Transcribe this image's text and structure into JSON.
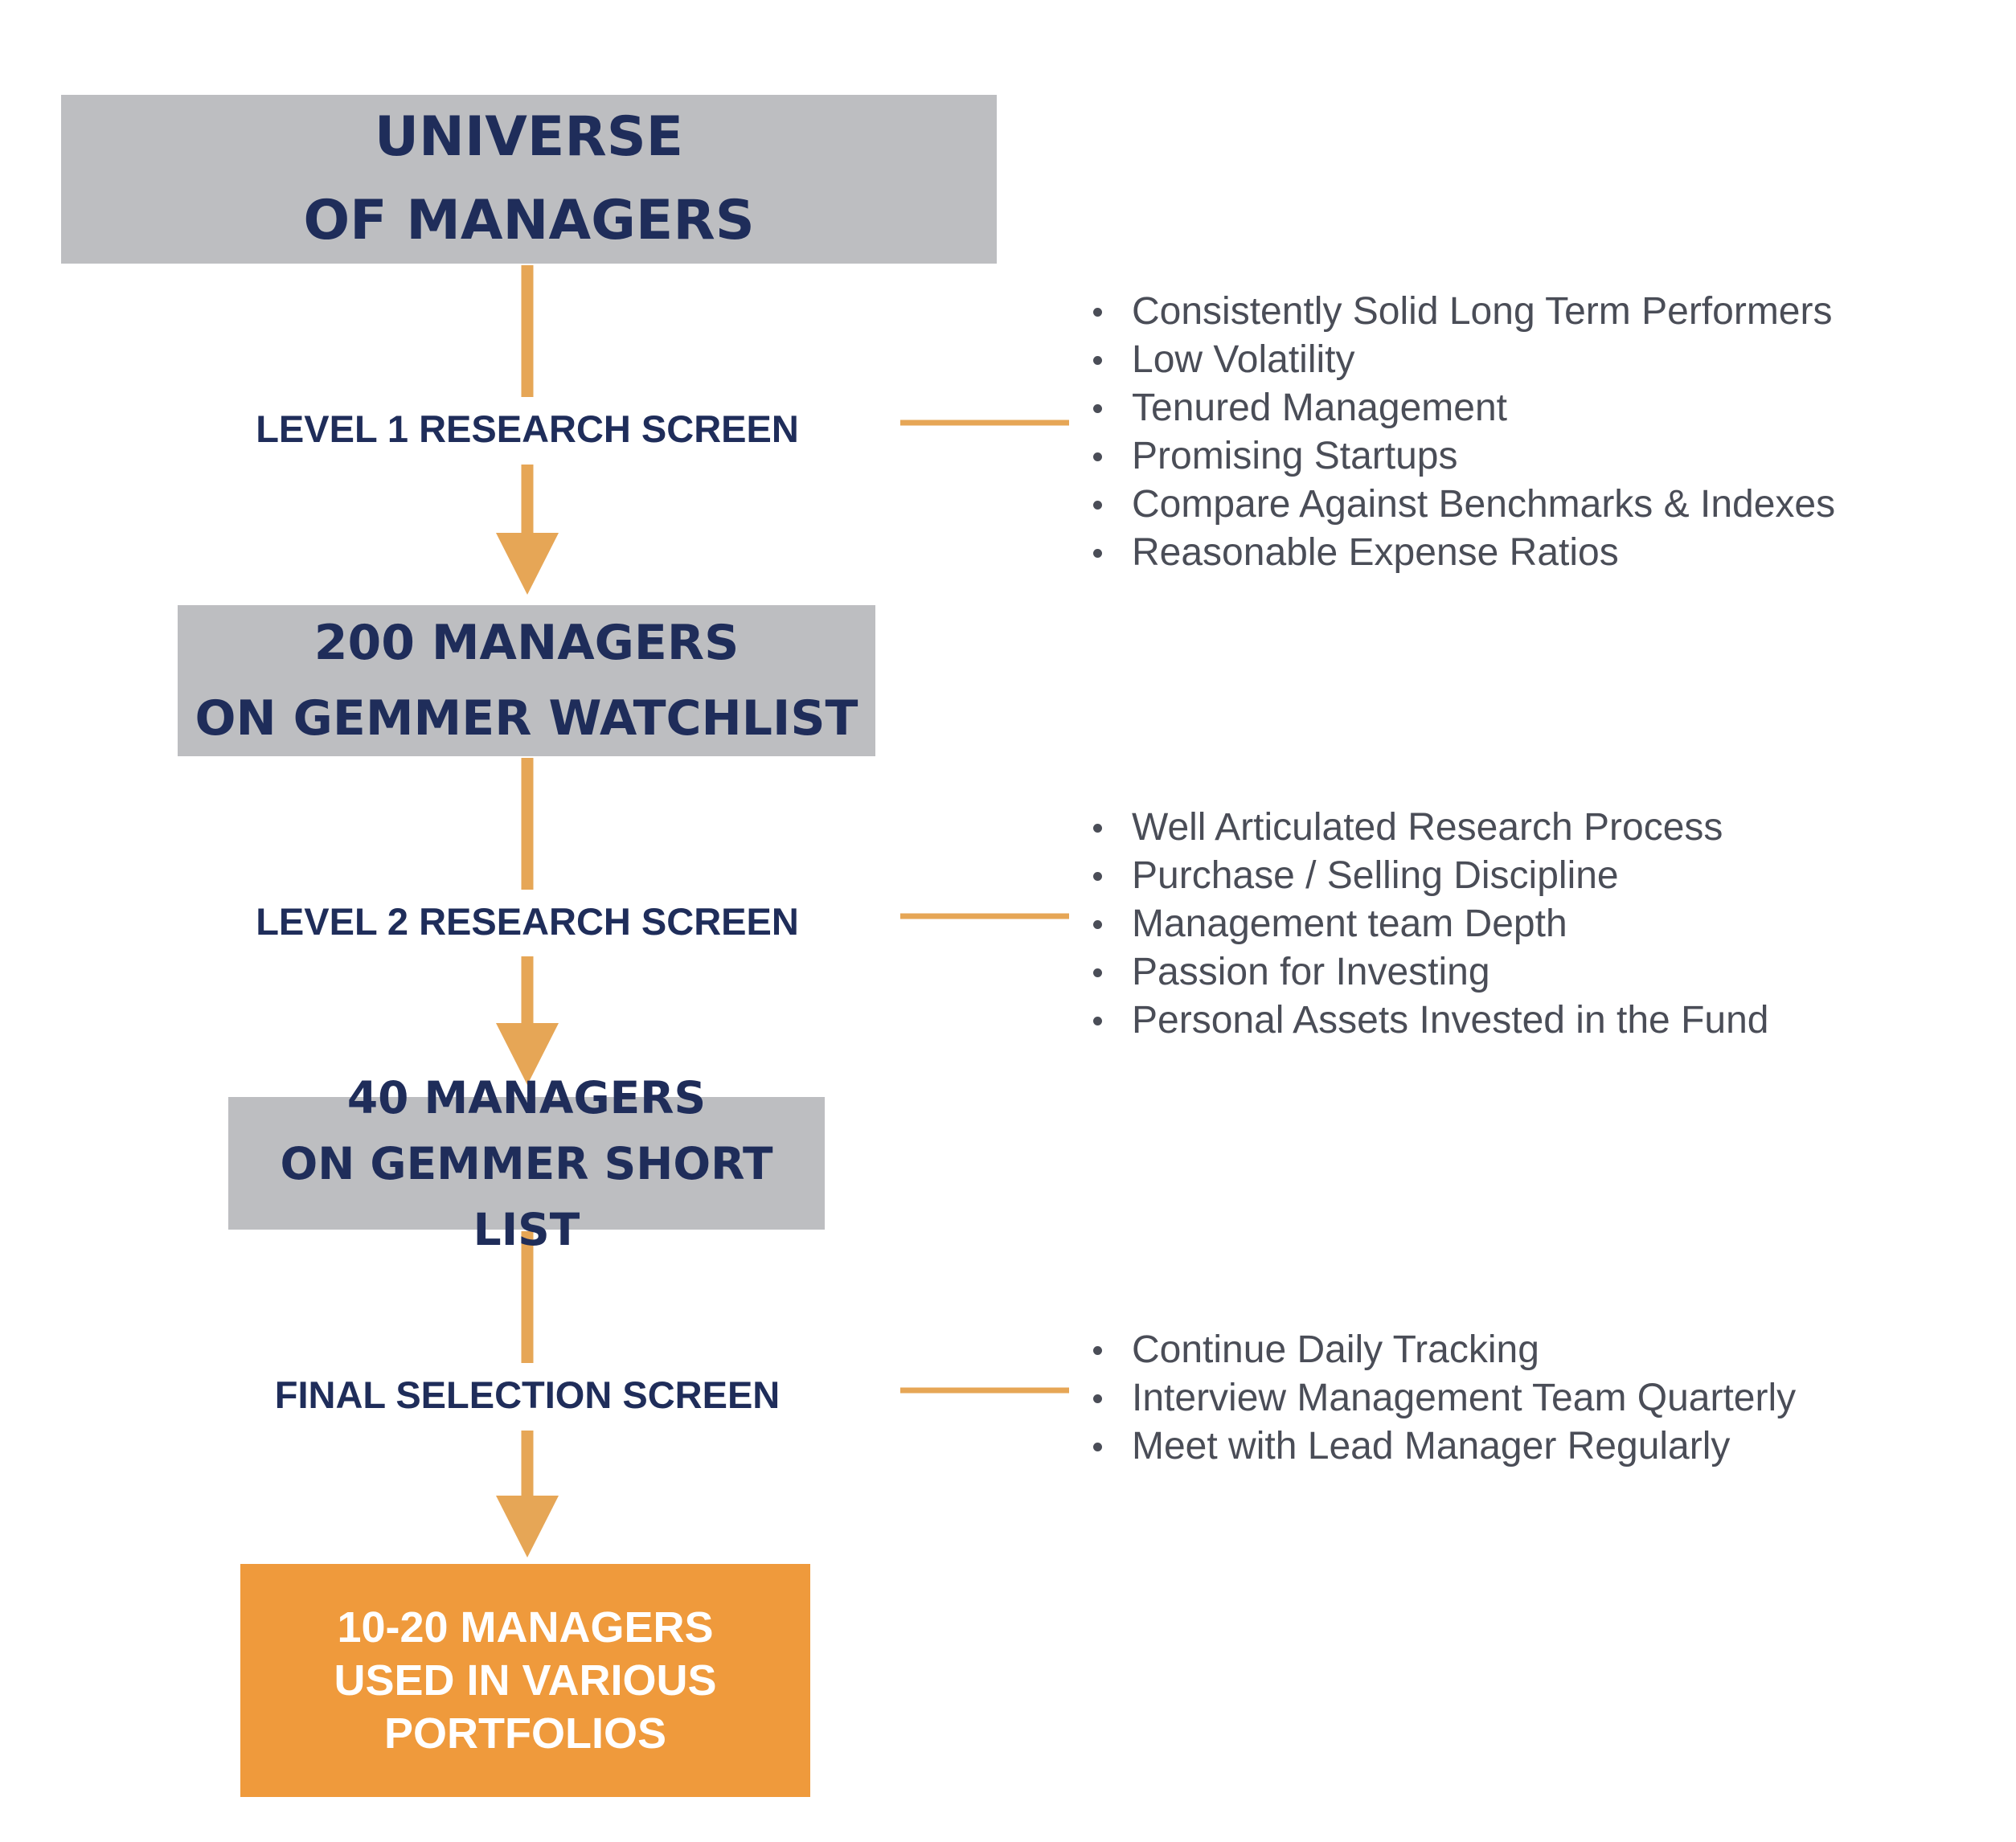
{
  "boxes": {
    "universe": {
      "line1": "UNIVERSE",
      "line2": "OF MANAGERS"
    },
    "watchlist": {
      "line1": "200 MANAGERS",
      "line2": "ON GEMMER WATCHLIST"
    },
    "shortlist": {
      "line1": "40 MANAGERS",
      "line2": "ON GEMMER SHORT LIST"
    },
    "final": {
      "line1": "10-20 MANAGERS",
      "line2": "USED IN VARIOUS",
      "line3": "PORTFOLIOS"
    }
  },
  "screens": {
    "level1": {
      "label": "LEVEL 1 RESEARCH SCREEN",
      "criteria": [
        "Consistently Solid Long Term Performers",
        "Low Volatility",
        "Tenured Management",
        "Promising Startups",
        "Compare Against Benchmarks & Indexes",
        "Reasonable Expense Ratios"
      ]
    },
    "level2": {
      "label": "LEVEL 2 RESEARCH SCREEN",
      "criteria": [
        "Well Articulated Research Process",
        "Purchase / Selling Discipline",
        "Management team Depth",
        "Passion for Investing",
        "Personal Assets Invested in the Fund"
      ]
    },
    "final": {
      "label": "FINAL SELECTION SCREEN",
      "criteria": [
        "Continue Daily Tracking",
        "Interview Management Team Quarterly",
        "Meet with Lead Manager Regularly"
      ]
    }
  },
  "colors": {
    "navy_text": "#1f2d5a",
    "box_gray": "#bdbec1",
    "accent_orange": "#ef9a3c",
    "arrow_orange": "#e6a656",
    "bullet_text": "#4a4d57"
  }
}
